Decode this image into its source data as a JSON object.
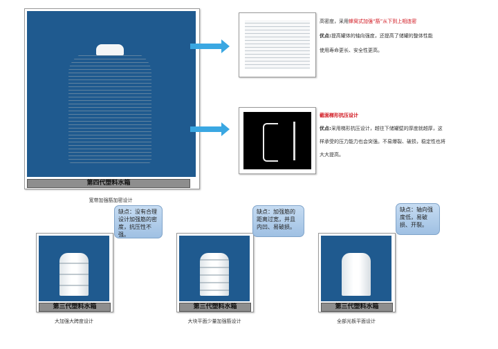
{
  "main": {
    "label": "第四代塑料水箱",
    "caption": "宽带加强筋加密设计"
  },
  "feature1": {
    "title_prefix": "高密度，采用",
    "title_red": "蜂窝式加强“筋”从下到上相连密",
    "line1_bold": "优点:",
    "line1": "提高罐体的轴向强度，还提高了储罐的整体性能",
    "line2": "使用寿命更长、安全性更高。"
  },
  "feature2": {
    "title_red": "截面梯形抗压设计",
    "line1_bold": "优点:",
    "line1": "采用梯形抗压设计，越往下储罐壁的厚度就越厚，这",
    "line2": "样承受的压力能力也会突强。不易爆裂、破损，稳定性也将",
    "line3": "大大提高。"
  },
  "products": [
    {
      "label": "第三代塑料水箱",
      "caption": "大加强大跨度设计",
      "callout": "缺点：没有合理设计加强筋的密度，抗压性不强。"
    },
    {
      "label": "第三代塑料水箱",
      "caption": "大块平面少量加强筋设计",
      "callout": "缺点：加强筋的距离过宽，并且内凹、易破损。"
    },
    {
      "label": "第三代塑料水箱",
      "caption": "全部光板平面设计",
      "callout": "缺点：轴向强度低，易破损、开裂。"
    }
  ],
  "colors": {
    "panel": "#1f5a8f",
    "arrow": "#3aa7e2",
    "accent_red": "#d0121b"
  }
}
